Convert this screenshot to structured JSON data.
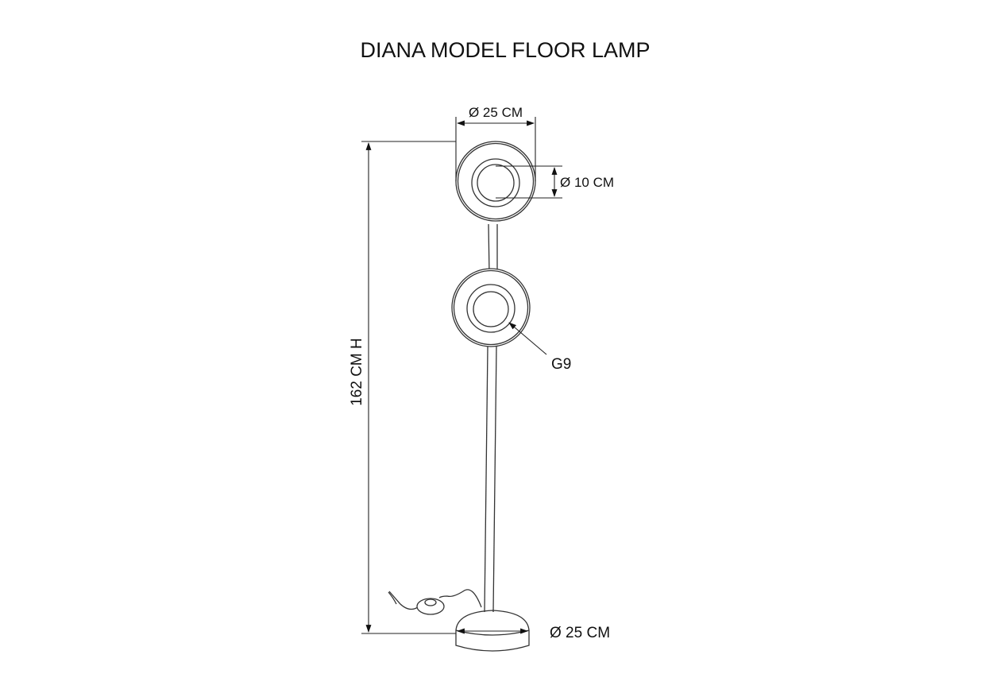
{
  "title": "DIANA MODEL FLOOR LAMP",
  "dimensions": {
    "head_diameter": "Ø 25 CM",
    "shade_inner_diameter": "Ø 10 CM",
    "height": "162 CM H",
    "base_diameter": "Ø 25 CM"
  },
  "callouts": {
    "bulb_type": "G9"
  },
  "colors": {
    "line": "#333333",
    "background": "#ffffff"
  }
}
